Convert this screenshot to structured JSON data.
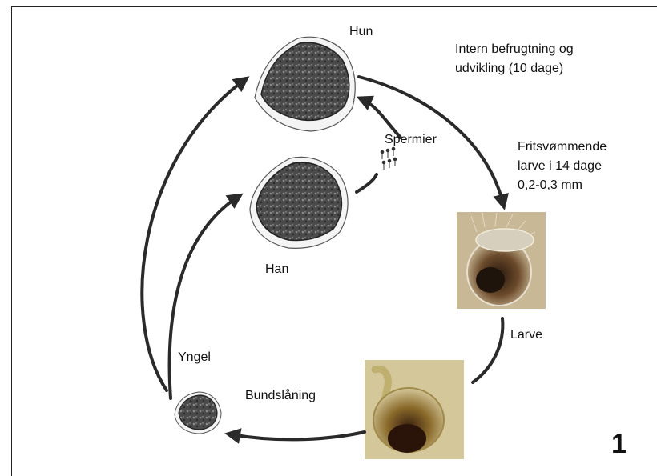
{
  "labels": {
    "hun": "Hun",
    "intern": "Intern befrugtning og\nudvikling (10 dage)",
    "spermier": "Spermier",
    "fritsvommende": "Fritsvømmende\nlarve i 14 dage\n0,2-0,3 mm",
    "han": "Han",
    "larve": "Larve",
    "yngel": "Yngel",
    "bundslaning": "Bundslåning"
  },
  "figure_number": "1",
  "colors": {
    "arrow": "#2a2a2a",
    "shell_dark": "#3a3a3a",
    "shell_light": "#d8d8d8",
    "photo_bg": "#c9b896",
    "larva_amber": "#7a5a1a"
  }
}
